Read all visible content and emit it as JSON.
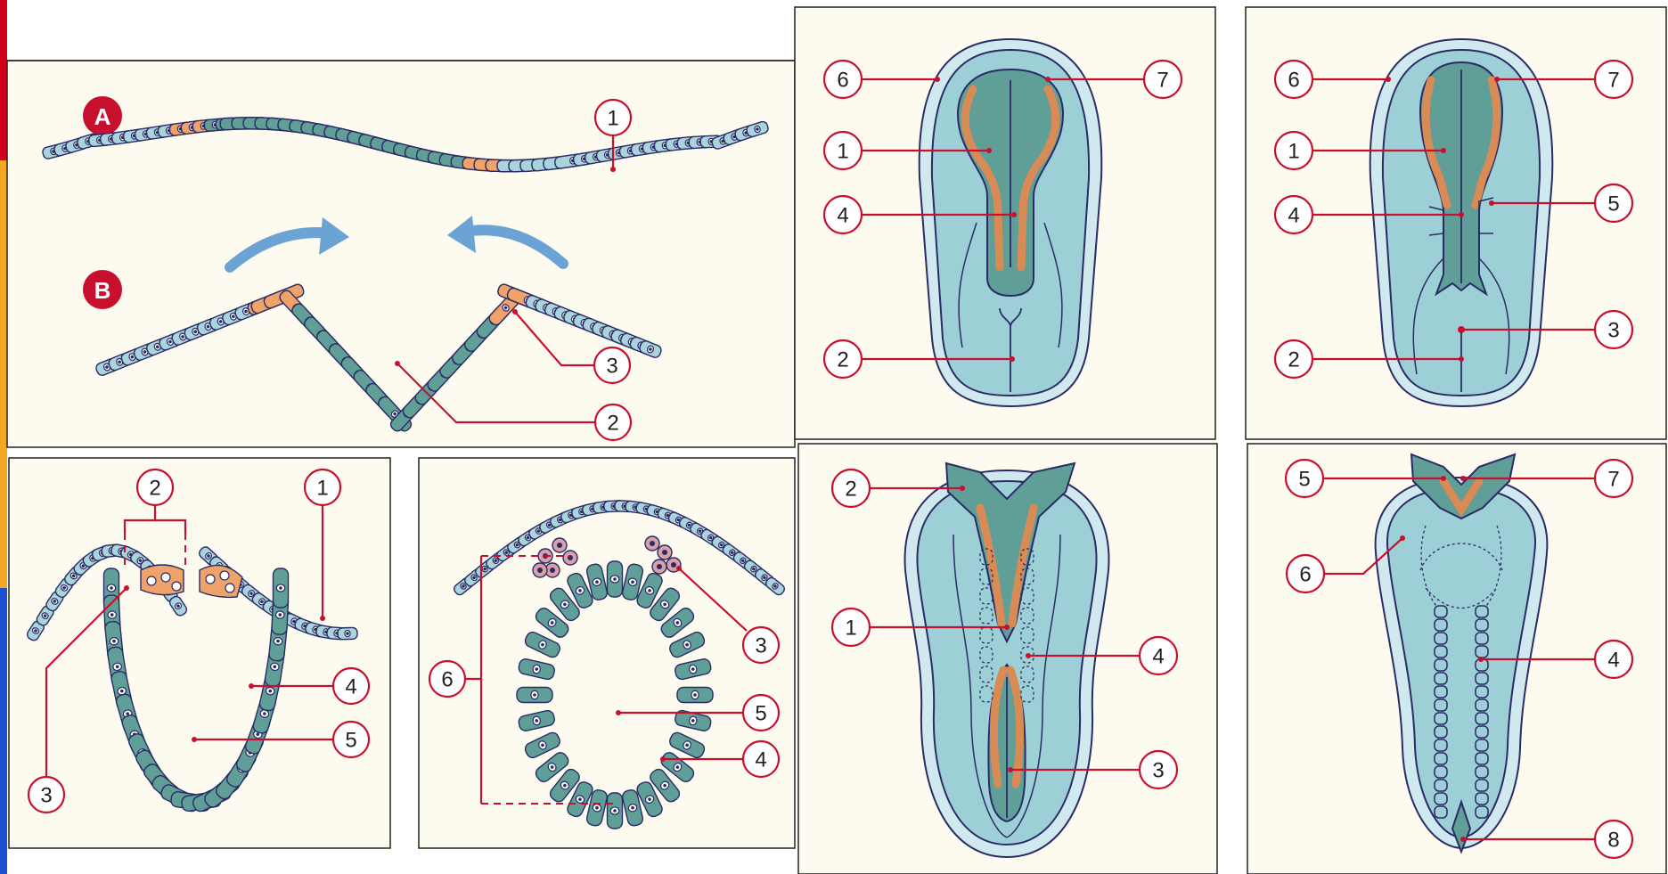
{
  "colors": {
    "label_red": "#c8102e",
    "panel_background": "#fdfbef",
    "cell_light": "#a9d4db",
    "cell_dark": "#5f9f97",
    "neural_crest_orange": "#f0a26b",
    "arrow_blue": "#6aa3d4",
    "edge_strip": [
      "#d0021b",
      "#f5a623",
      "#1f4fd1"
    ]
  },
  "panels": {
    "top_left": {
      "badges": [
        "A",
        "B"
      ],
      "callouts": [
        "1",
        "3",
        "2"
      ]
    },
    "bottom_left": {
      "callouts": [
        "2",
        "1",
        "4",
        "5",
        "3"
      ]
    },
    "bottom_center": {
      "callouts": [
        "6",
        "3",
        "5",
        "4"
      ]
    },
    "embryo_1": {
      "callouts": [
        "6",
        "7",
        "1",
        "4",
        "2"
      ]
    },
    "embryo_2": {
      "callouts": [
        "6",
        "7",
        "1",
        "4",
        "5",
        "3",
        "2"
      ]
    },
    "embryo_3": {
      "callouts": [
        "2",
        "1",
        "4",
        "3"
      ]
    },
    "embryo_4": {
      "callouts": [
        "5",
        "7",
        "6",
        "4",
        "8"
      ]
    }
  }
}
